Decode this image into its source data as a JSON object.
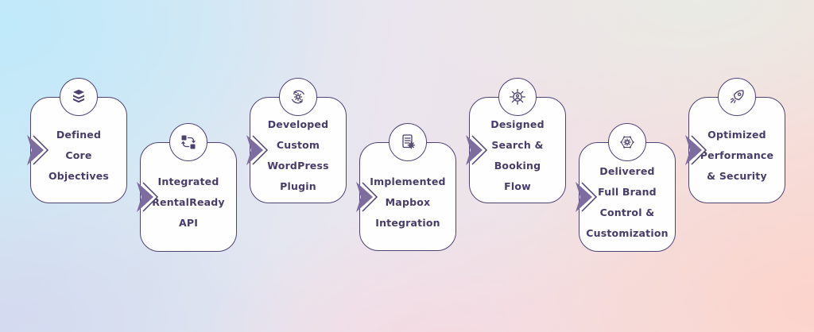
{
  "diagram": {
    "type": "process-timeline",
    "colors": {
      "card_bg": "#fffefe",
      "card_border": "#4e4372",
      "text": "#473c6a",
      "arrow_fill": "#7d6c9e",
      "bg_top_left": "#c7ecfa",
      "bg_bottom_left": "#dbdcee",
      "bg_bottom_right": "#fcd8d1",
      "bg_top_right": "#e9ebe7"
    },
    "cards": [
      {
        "icon": "layers-icon",
        "text": "Defined\nCore\nObjectives"
      },
      {
        "icon": "integration-flow-icon",
        "text": "Integrated\nRentalReady\nAPI"
      },
      {
        "icon": "gear-sync-icon",
        "text": "Developed\nCustom\nWordPress\nPlugin"
      },
      {
        "icon": "document-gear-icon",
        "text": "Implemented\nMapbox\nIntegration"
      },
      {
        "icon": "user-network-icon",
        "text": "Designed\nSearch &\nBooking\nFlow"
      },
      {
        "icon": "gear-network-icon",
        "text": "Delivered\nFull Brand\nControl &\nCustomization"
      },
      {
        "icon": "rocket-icon",
        "text": "Optimized\nPerformance\n& Security"
      }
    ]
  }
}
